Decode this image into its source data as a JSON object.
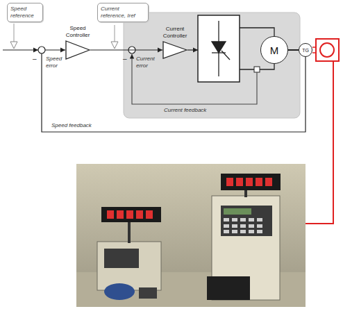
{
  "diagram": {
    "nodes": [
      {
        "text": [
          "Speed reference"
        ]
      },
      {
        "text": [
          "Speed Controller"
        ]
      },
      {
        "text": [
          "Current reference, Iref"
        ]
      },
      {
        "text": [
          "Current Controller"
        ]
      },
      {
        "text": [
          "M"
        ]
      },
      {
        "text": [
          "TG"
        ]
      }
    ],
    "edges": [
      {
        "from": 1,
        "to": 3,
        "arrow": "to"
      },
      {
        "from": 5,
        "to": 1,
        "arrow": "to",
        "label": "Speed feedback"
      },
      {
        "from": 4,
        "to": 5,
        "arrow": "none"
      }
    ],
    "labels": [
      "Speed error",
      "–",
      "Current error",
      "–",
      "Current feedback"
    ]
  }
}
